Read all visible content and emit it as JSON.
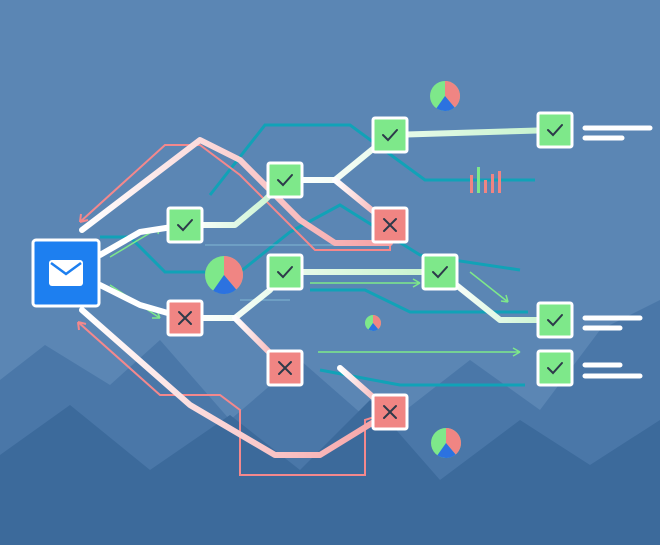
{
  "colors": {
    "background": "#5b86b4",
    "mountain_far": "#4a77a8",
    "mountain_near": "#3c6a9b",
    "success": "#7ee88a",
    "failure": "#f08583",
    "teal": "#11a2b7",
    "pink_line": "#f4888c",
    "white": "#ffffff",
    "email_blue": "#1d7ff0",
    "pie_blue": "#2c72e0"
  },
  "diagram": {
    "source": {
      "icon": "envelope-icon"
    },
    "nodes": [
      {
        "id": "n1",
        "status": "success",
        "icon": "checkmark-icon"
      },
      {
        "id": "n2",
        "status": "failure",
        "icon": "cross-icon"
      },
      {
        "id": "n3",
        "status": "success",
        "icon": "checkmark-icon"
      },
      {
        "id": "n4",
        "status": "success",
        "icon": "checkmark-icon"
      },
      {
        "id": "n5",
        "status": "failure",
        "icon": "cross-icon"
      },
      {
        "id": "n6",
        "status": "success",
        "icon": "checkmark-icon"
      },
      {
        "id": "n7",
        "status": "failure",
        "icon": "cross-icon"
      },
      {
        "id": "n8",
        "status": "failure",
        "icon": "cross-icon"
      },
      {
        "id": "n9",
        "status": "success",
        "icon": "checkmark-icon"
      },
      {
        "id": "n10",
        "status": "success",
        "icon": "checkmark-icon"
      },
      {
        "id": "n11",
        "status": "success",
        "icon": "checkmark-icon"
      },
      {
        "id": "n12",
        "status": "success",
        "icon": "checkmark-icon"
      }
    ],
    "charts": [
      {
        "icon": "pie-chart-icon"
      },
      {
        "icon": "pie-chart-icon"
      },
      {
        "icon": "pie-chart-icon"
      },
      {
        "icon": "pie-chart-icon"
      },
      {
        "icon": "bar-chart-icon"
      }
    ]
  }
}
